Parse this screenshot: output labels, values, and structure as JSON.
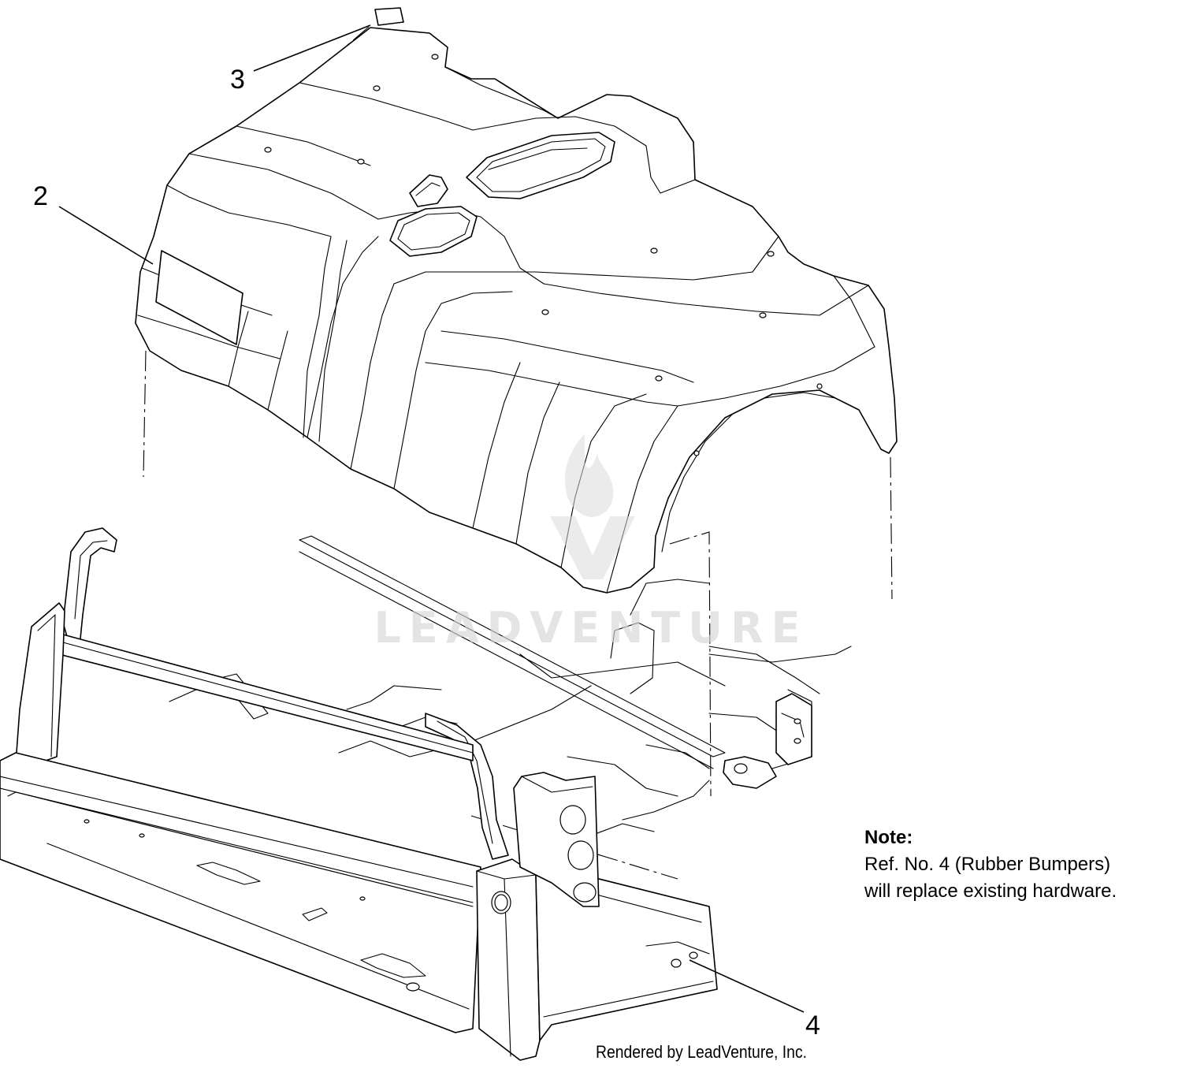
{
  "callouts": {
    "ref2": "2",
    "ref3": "3",
    "ref4": "4"
  },
  "note": {
    "title": "Note:",
    "line1": "Ref. No. 4 (Rubber Bumpers)",
    "line2": "will replace existing hardware."
  },
  "watermark": {
    "text": "LEADVENTURE"
  },
  "credit": "Rendered by LeadVenture, Inc."
}
